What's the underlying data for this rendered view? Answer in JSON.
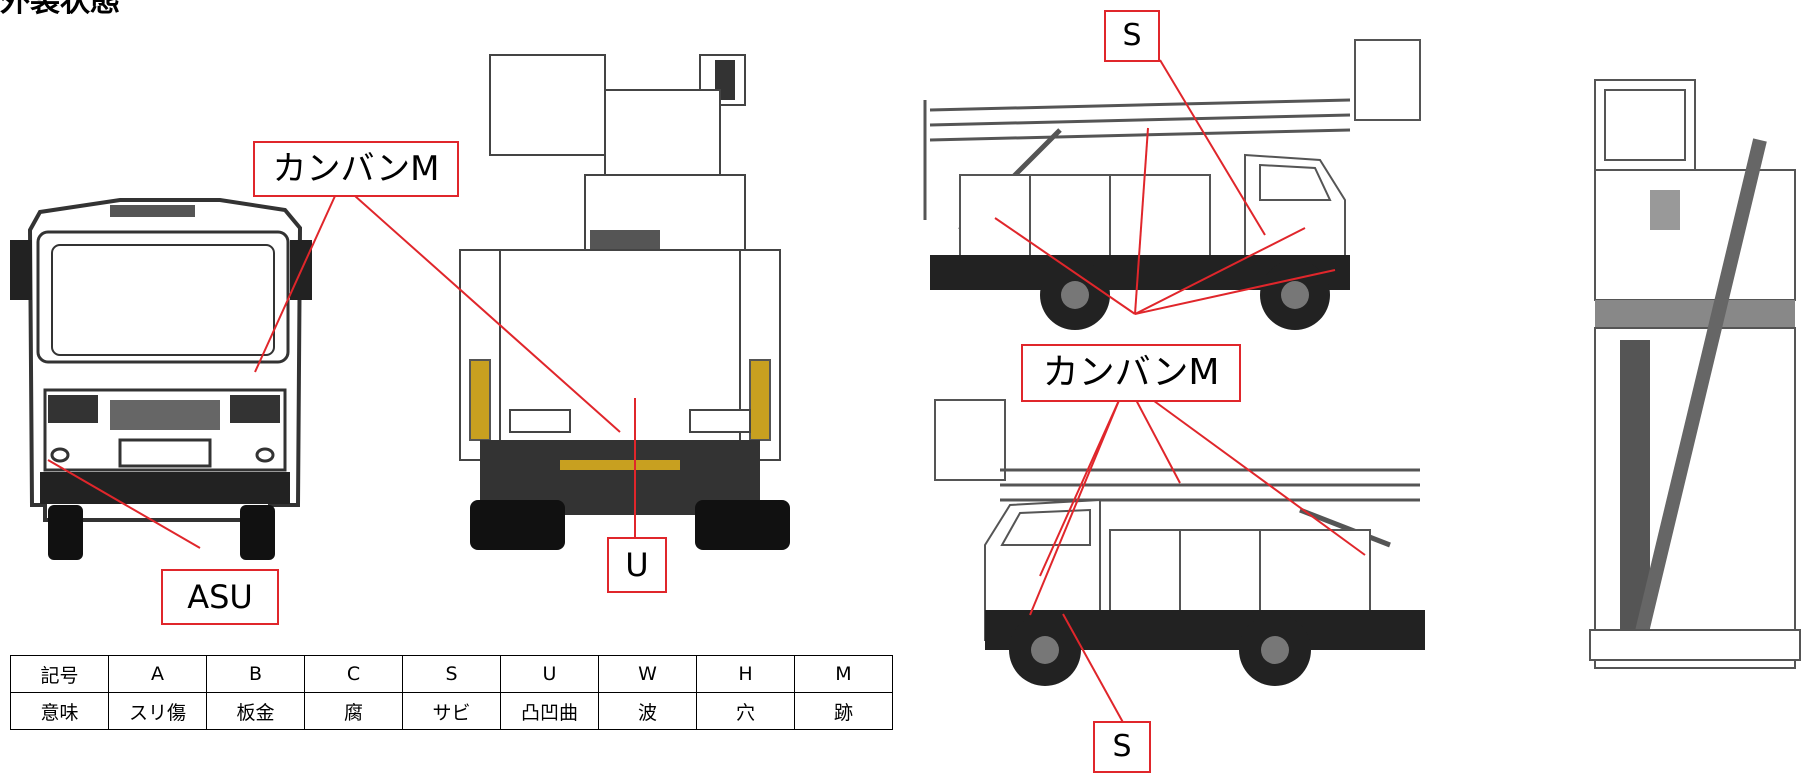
{
  "title": "外装状態",
  "labels": {
    "front_kanban": "カンバンM",
    "front_asu": "ASU",
    "rear_u": "U",
    "side_s_top": "S",
    "side_kanban": "カンバンM",
    "side_s_bottom": "S"
  },
  "legend": {
    "header": [
      "記号",
      "A",
      "B",
      "C",
      "S",
      "U",
      "W",
      "H",
      "M"
    ],
    "meaning": [
      "意味",
      "スリ傷",
      "板金",
      "腐",
      "サビ",
      "凸凹曲",
      "波",
      "穴",
      "跡"
    ]
  },
  "colors": {
    "callout": "#e0262b",
    "line_art": "#333333"
  }
}
